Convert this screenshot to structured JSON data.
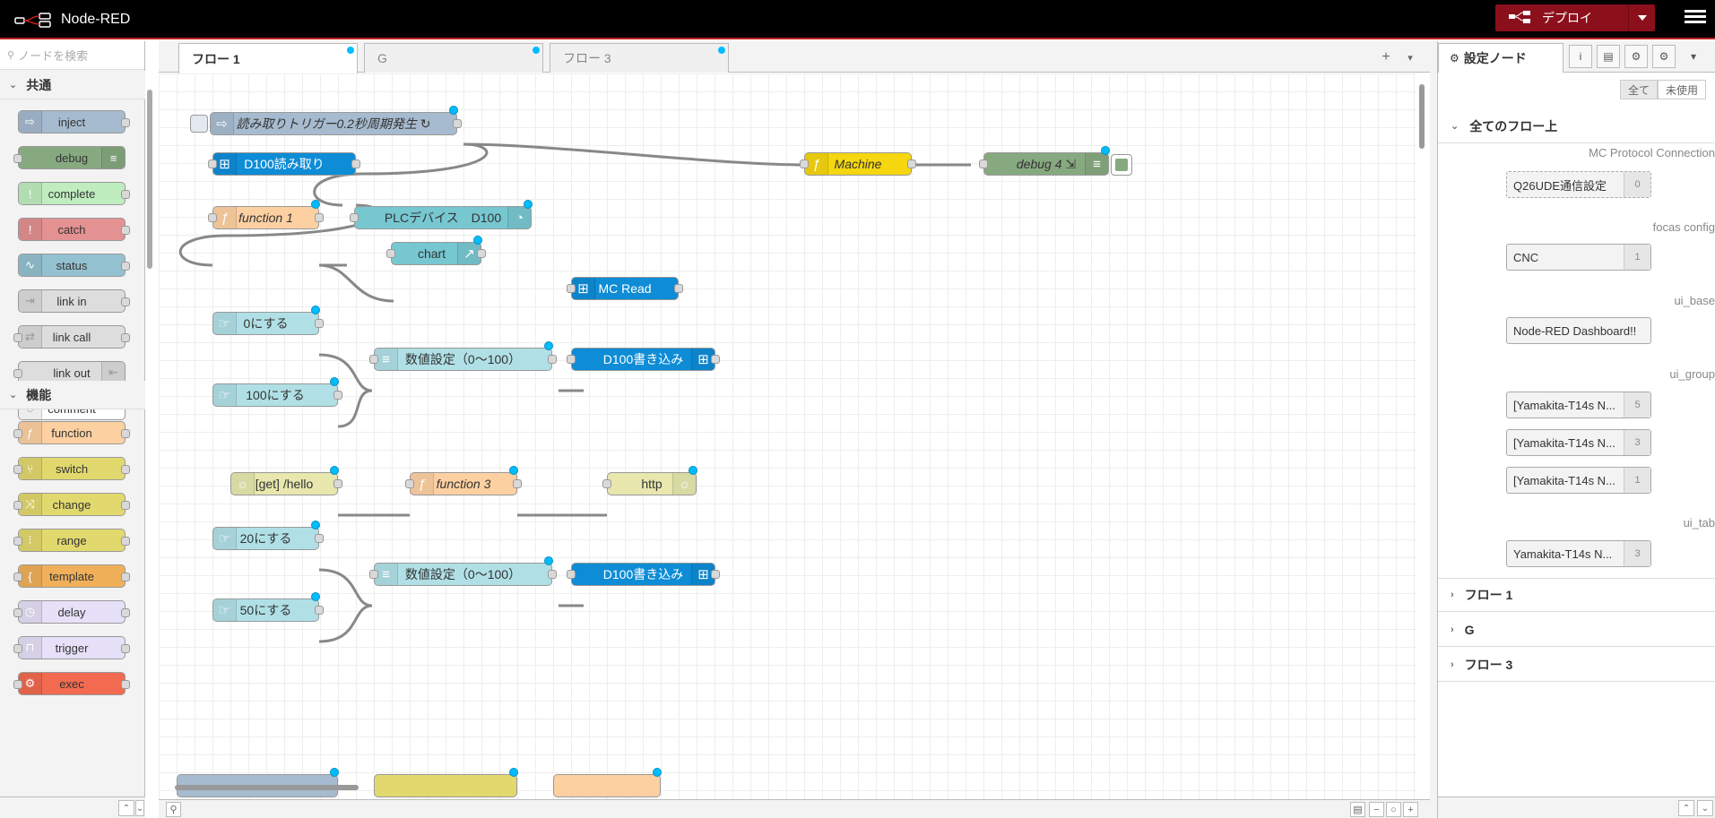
{
  "app": {
    "title": "Node-RED",
    "deploy_label": "デプロイ"
  },
  "colors": {
    "header_bg": "#000000",
    "deploy_bg": "#8c101c",
    "badge": "#00bcff"
  },
  "palette": {
    "search_placeholder": "ノードを検索",
    "categories": [
      {
        "label": "共通",
        "nodes": [
          {
            "label": "inject",
            "color": "#a6bbcf",
            "icon": "arrow-in-icon",
            "icon_side": "left"
          },
          {
            "label": "debug",
            "color": "#87a980",
            "icon": "list-icon",
            "icon_side": "right"
          },
          {
            "label": "complete",
            "color": "#c0edc0",
            "icon": "exclaim-icon",
            "icon_side": "left"
          },
          {
            "label": "catch",
            "color": "#e49191",
            "icon": "exclaim-icon",
            "icon_side": "left"
          },
          {
            "label": "status",
            "color": "#94c1d0",
            "icon": "pulse-icon",
            "icon_side": "left"
          },
          {
            "label": "link in",
            "color": "#dddddd",
            "icon": "link-in-icon",
            "icon_side": "left"
          },
          {
            "label": "link call",
            "color": "#dddddd",
            "icon": "link-call-icon",
            "icon_side": "left"
          },
          {
            "label": "link out",
            "color": "#dddddd",
            "icon": "link-out-icon",
            "icon_side": "right"
          },
          {
            "label": "comment",
            "color": "#ffffff",
            "icon": "comment-icon",
            "icon_side": "left"
          }
        ]
      },
      {
        "label": "機能",
        "nodes": [
          {
            "label": "function",
            "color": "#fdd0a2",
            "icon": "function-icon",
            "icon_side": "left"
          },
          {
            "label": "switch",
            "color": "#e2d96e",
            "icon": "switch-icon",
            "icon_side": "left"
          },
          {
            "label": "change",
            "color": "#e2d96e",
            "icon": "change-icon",
            "icon_side": "left"
          },
          {
            "label": "range",
            "color": "#e2d96e",
            "icon": "range-icon",
            "icon_side": "left"
          },
          {
            "label": "template",
            "color": "#f0b05a",
            "icon": "template-icon",
            "icon_side": "left"
          },
          {
            "label": "delay",
            "color": "#e6e0f8",
            "icon": "timer-icon",
            "icon_side": "left"
          },
          {
            "label": "trigger",
            "color": "#e6e0f8",
            "icon": "trigger-icon",
            "icon_side": "left"
          },
          {
            "label": "exec",
            "color": "#f26a4f",
            "icon": "cog-icon",
            "icon_side": "left"
          }
        ]
      }
    ]
  },
  "tabs": [
    {
      "label": "フロー 1",
      "active": true
    },
    {
      "label": "G",
      "active": false
    },
    {
      "label": "フロー 3",
      "active": false
    }
  ],
  "flow": {
    "nodes": {
      "n1": "読み取りトリガー0.2秒周期発生 ↻",
      "n2": "D100読み取り",
      "n3": "function 1",
      "n4": "PLCデバイス　D100",
      "n5": "chart",
      "n6": "Machine",
      "n7": "debug 4 ⇲",
      "n8": "MC Read",
      "n9": "0にする",
      "n10": "100にする",
      "n11": "数値設定（0〜100）",
      "n12": "D100書き込み",
      "n13": "[get] /hello",
      "n14": "function 3",
      "n15": "http",
      "n16": "20にする",
      "n17": "50にする",
      "n18": "数値設定（0〜100）",
      "n19": "D100書き込み"
    }
  },
  "sidebar": {
    "tab_label": "設定ノード",
    "filter": {
      "all": "全て",
      "unused": "未使用"
    },
    "all_flows_label": "全てのフロー上",
    "groups": [
      {
        "type": "MC Protocol Connection",
        "items": [
          {
            "label": "Q26UDE通信設定",
            "count": "0",
            "unused": true
          }
        ]
      },
      {
        "type": "focas config",
        "items": [
          {
            "label": "CNC",
            "count": "1"
          }
        ]
      },
      {
        "type": "ui_base",
        "items": [
          {
            "label": "Node-RED Dashboard!!",
            "count": ""
          }
        ]
      },
      {
        "type": "ui_group",
        "items": [
          {
            "label": "[Yamakita-T14s N...",
            "count": "5"
          },
          {
            "label": "[Yamakita-T14s N...",
            "count": "3"
          },
          {
            "label": "[Yamakita-T14s N...",
            "count": "1"
          }
        ]
      },
      {
        "type": "ui_tab",
        "items": [
          {
            "label": "Yamakita-T14s N...",
            "count": "3"
          }
        ]
      }
    ],
    "flow_sections": [
      "フロー 1",
      "G",
      "フロー 3"
    ]
  }
}
